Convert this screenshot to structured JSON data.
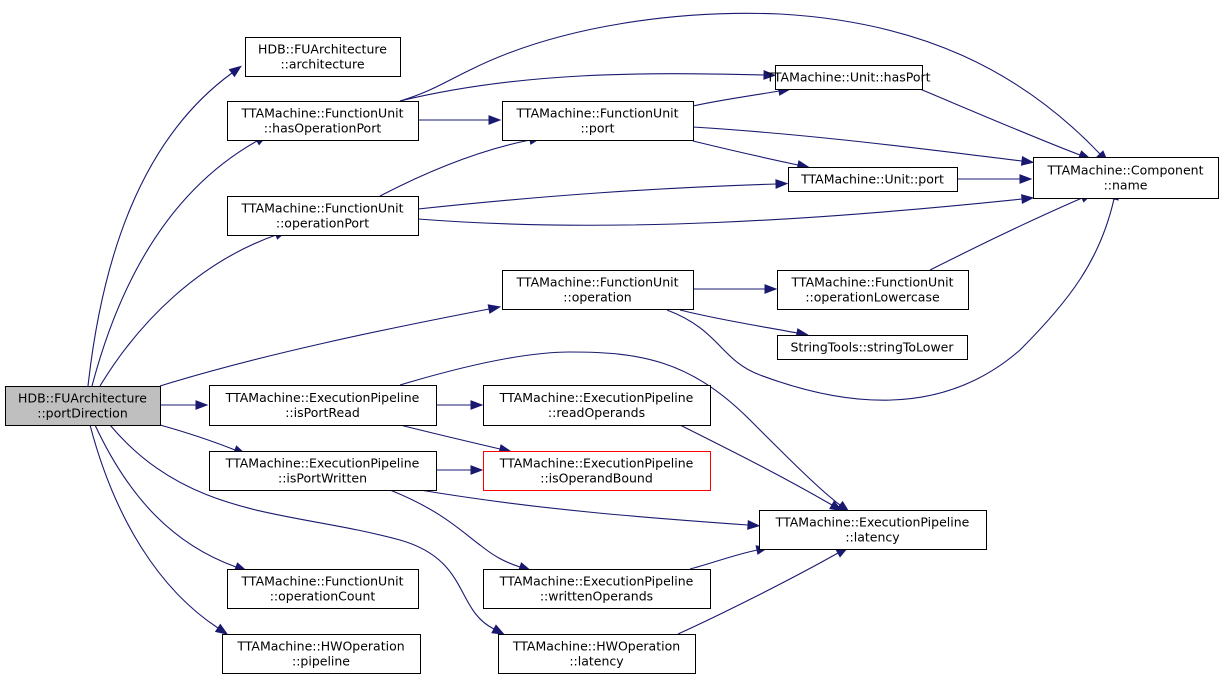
{
  "nodes": {
    "root": [
      "HDB::FUArchitecture",
      "::portDirection"
    ],
    "fuarch_architecture": [
      "HDB::FUArchitecture",
      "::architecture"
    ],
    "fu_hasOperationPort": [
      "TTAMachine::FunctionUnit",
      "::hasOperationPort"
    ],
    "fu_operationPort": [
      "TTAMachine::FunctionUnit",
      "::operationPort"
    ],
    "fu_port": [
      "TTAMachine::FunctionUnit",
      "::port"
    ],
    "unit_hasPort": [
      "TTAMachine::Unit::hasPort"
    ],
    "unit_port": [
      "TTAMachine::Unit::port"
    ],
    "component_name": [
      "TTAMachine::Component",
      "::name"
    ],
    "fu_operation": [
      "TTAMachine::FunctionUnit",
      "::operation"
    ],
    "fu_operationLowercase": [
      "TTAMachine::FunctionUnit",
      "::operationLowercase"
    ],
    "stringtools_stringToLower": [
      "StringTools::stringToLower"
    ],
    "ep_isPortRead": [
      "TTAMachine::ExecutionPipeline",
      "::isPortRead"
    ],
    "ep_readOperands": [
      "TTAMachine::ExecutionPipeline",
      "::readOperands"
    ],
    "ep_isPortWritten": [
      "TTAMachine::ExecutionPipeline",
      "::isPortWritten"
    ],
    "ep_isOperandBound": [
      "TTAMachine::ExecutionPipeline",
      "::isOperandBound"
    ],
    "ep_latency": [
      "TTAMachine::ExecutionPipeline",
      "::latency"
    ],
    "ep_writtenOperands": [
      "TTAMachine::ExecutionPipeline",
      "::writtenOperands"
    ],
    "fu_operationCount": [
      "TTAMachine::FunctionUnit",
      "::operationCount"
    ],
    "hwop_pipeline": [
      "TTAMachine::HWOperation",
      "::pipeline"
    ],
    "hwop_latency": [
      "TTAMachine::HWOperation",
      "::latency"
    ]
  },
  "edges": [
    [
      "root",
      "fuarch_architecture"
    ],
    [
      "root",
      "fu_hasOperationPort"
    ],
    [
      "root",
      "fu_operationPort"
    ],
    [
      "root",
      "fu_operation"
    ],
    [
      "root",
      "ep_isPortRead"
    ],
    [
      "root",
      "ep_isPortWritten"
    ],
    [
      "root",
      "fu_operationCount"
    ],
    [
      "root",
      "hwop_pipeline"
    ],
    [
      "root",
      "hwop_latency"
    ],
    [
      "fu_hasOperationPort",
      "fu_port"
    ],
    [
      "fu_hasOperationPort",
      "unit_hasPort"
    ],
    [
      "fu_hasOperationPort",
      "component_name"
    ],
    [
      "fu_port",
      "unit_hasPort"
    ],
    [
      "fu_port",
      "unit_port"
    ],
    [
      "fu_port",
      "component_name"
    ],
    [
      "fu_operationPort",
      "fu_port"
    ],
    [
      "fu_operationPort",
      "unit_port"
    ],
    [
      "fu_operationPort",
      "component_name"
    ],
    [
      "unit_hasPort",
      "component_name"
    ],
    [
      "unit_port",
      "component_name"
    ],
    [
      "fu_operation",
      "fu_operationLowercase"
    ],
    [
      "fu_operation",
      "stringtools_stringToLower"
    ],
    [
      "fu_operation",
      "component_name"
    ],
    [
      "fu_operationLowercase",
      "component_name"
    ],
    [
      "ep_isPortRead",
      "ep_readOperands"
    ],
    [
      "ep_isPortRead",
      "ep_isOperandBound"
    ],
    [
      "ep_isPortRead",
      "ep_latency"
    ],
    [
      "ep_readOperands",
      "ep_latency"
    ],
    [
      "ep_isPortWritten",
      "ep_isOperandBound"
    ],
    [
      "ep_isPortWritten",
      "ep_writtenOperands"
    ],
    [
      "ep_isPortWritten",
      "ep_latency"
    ],
    [
      "ep_writtenOperands",
      "ep_latency"
    ],
    [
      "hwop_latency",
      "ep_latency"
    ]
  ],
  "colors": {
    "edge": "#191970",
    "root_fill": "#bfbfbf",
    "highlight_border": "#ff0000"
  }
}
